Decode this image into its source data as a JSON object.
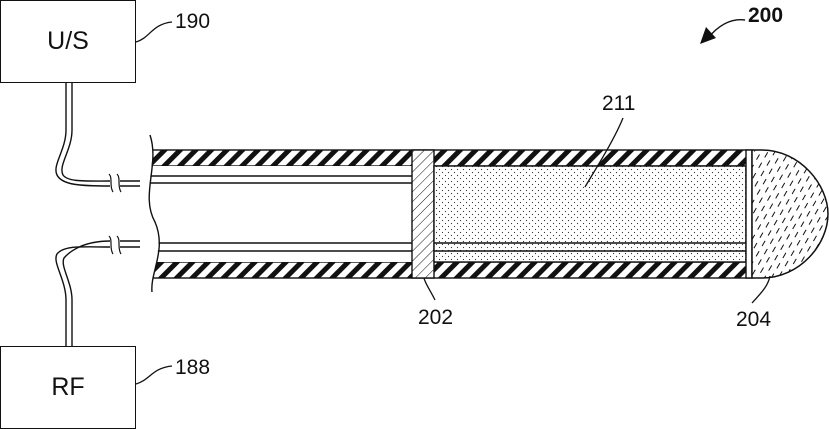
{
  "figure": {
    "number": "200",
    "components": {
      "us_box": {
        "label": "U/S",
        "ref": "190"
      },
      "rf_box": {
        "label": "RF",
        "ref": "188"
      }
    },
    "callouts": {
      "bulk_region": "211",
      "separator_element": "202",
      "tip_element": "204"
    }
  }
}
